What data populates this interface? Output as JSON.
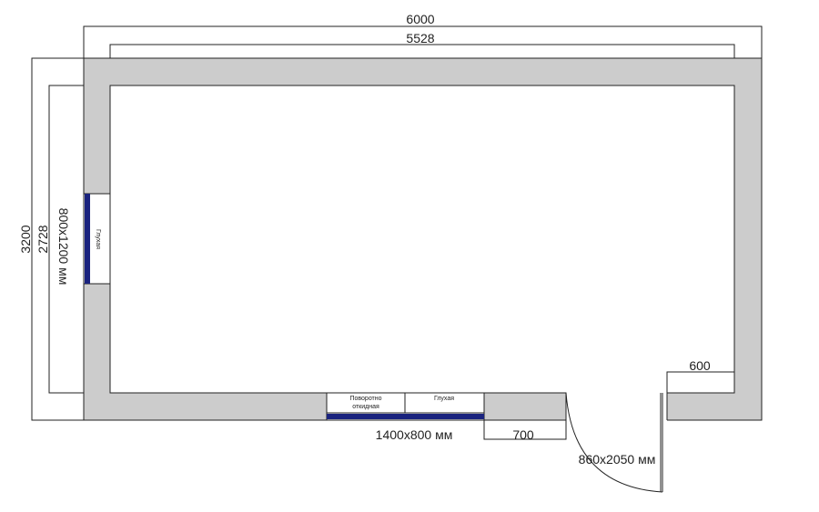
{
  "dimensions": {
    "outer_width": "6000",
    "inner_width": "5528",
    "outer_height": "3200",
    "inner_height": "2728",
    "end_segment": "600",
    "bottom_segment": "700"
  },
  "windows": {
    "left": {
      "size": "800x1200 мм",
      "label": "Глухая"
    },
    "bottom": {
      "size": "1400x800 мм",
      "sash_left": [
        "Поворотно",
        "откидная"
      ],
      "sash_right": "Глухая"
    }
  },
  "door": {
    "size": "860x2050 мм"
  },
  "colors": {
    "wall": "#cccccc",
    "glass": "#1a237e",
    "line": "#222222"
  }
}
